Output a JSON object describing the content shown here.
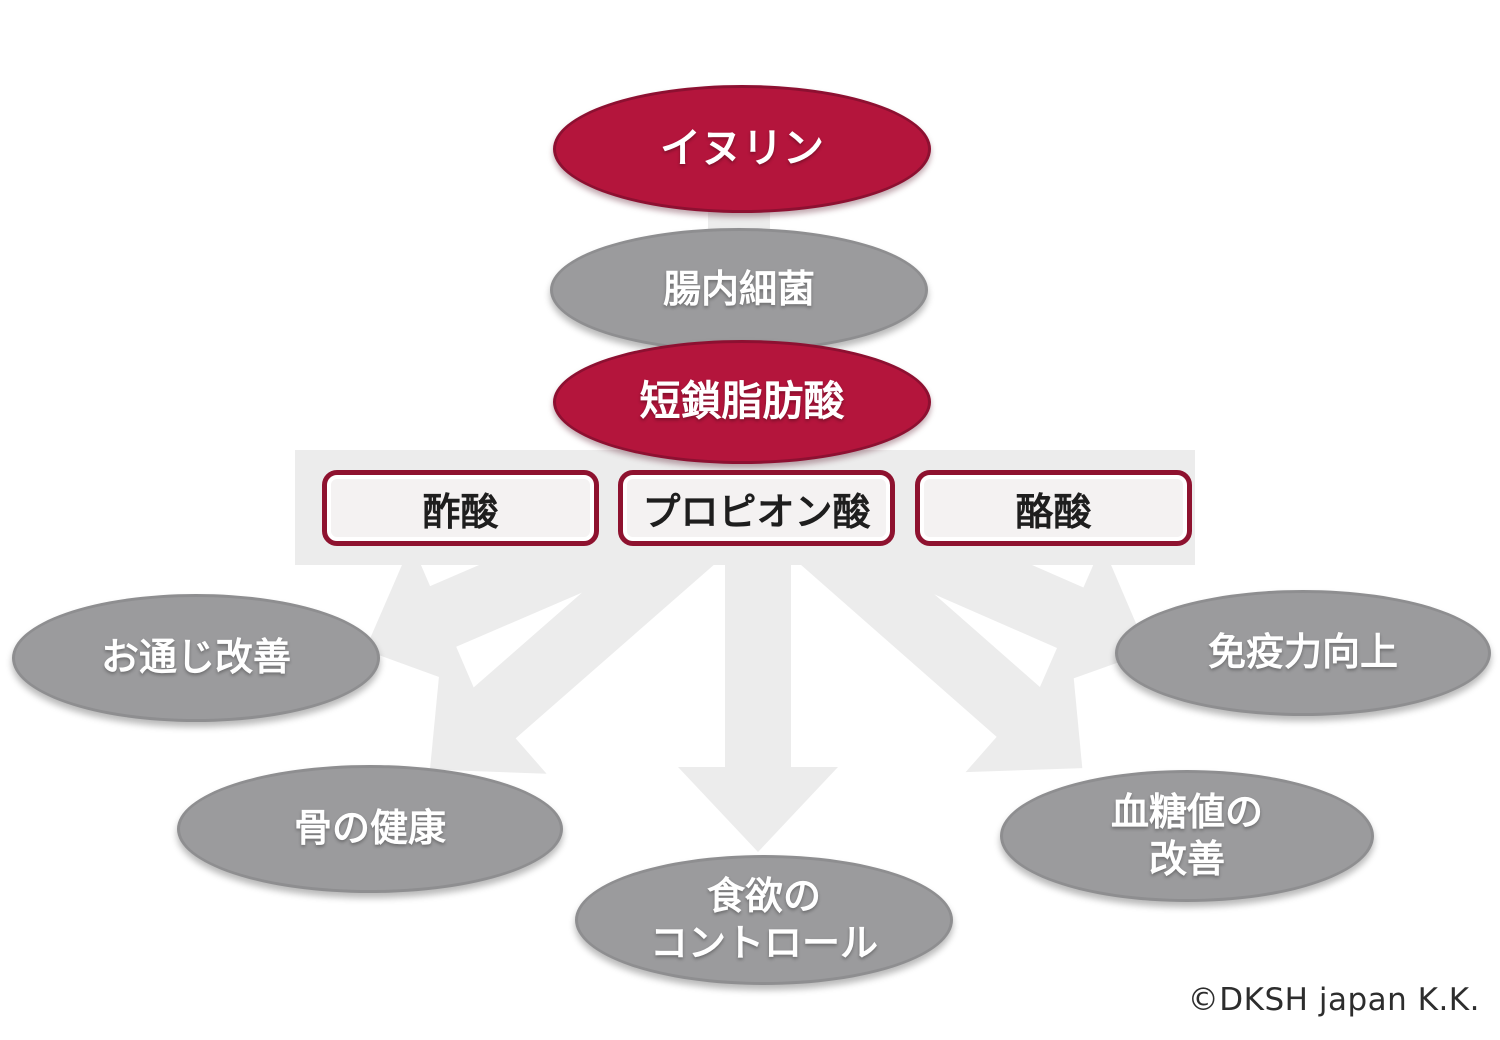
{
  "flow": {
    "inulin": "イヌリン",
    "gut_bacteria": "腸内細菌",
    "scfa": "短鎖脂肪酸",
    "acids": [
      {
        "label": "酢酸"
      },
      {
        "label": "プロピオン酸"
      },
      {
        "label": "酪酸"
      }
    ],
    "outcomes": [
      {
        "line1": "お通じ改善",
        "line2": ""
      },
      {
        "line1": "骨の健康",
        "line2": ""
      },
      {
        "line1": "食欲の",
        "line2": "コントロール"
      },
      {
        "line1": "血糖値の",
        "line2": "改善"
      },
      {
        "line1": "免疫力向上",
        "line2": ""
      }
    ]
  },
  "colors": {
    "accent_red": "#b4153c",
    "node_gray": "#9b9b9d",
    "light_gray": "#ececec",
    "box_border": "#8e122f"
  },
  "footer": {
    "copyright": "©DKSH japan K.K."
  }
}
